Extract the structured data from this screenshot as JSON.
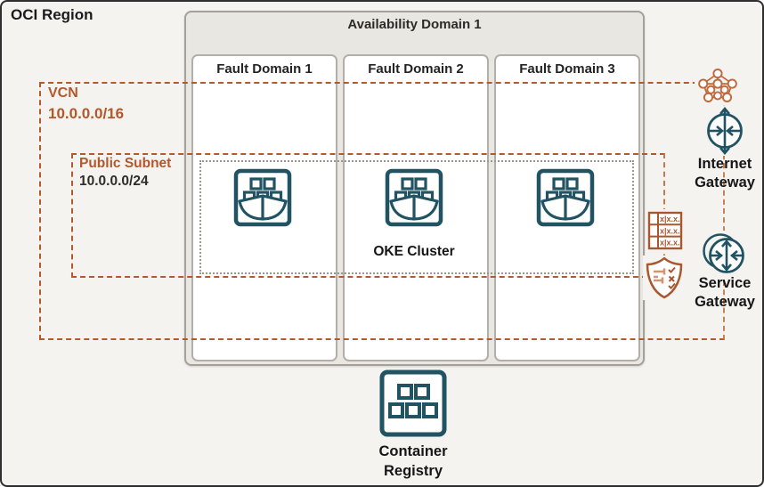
{
  "region": {
    "label": "OCI Region"
  },
  "availability_domain": {
    "title": "Availability Domain 1",
    "fault_domains": [
      "Fault Domain 1",
      "Fault Domain 2",
      "Fault Domain 3"
    ]
  },
  "vcn": {
    "label": "VCN",
    "cidr": "10.0.0.0/16"
  },
  "public_subnet": {
    "label": "Public Subnet",
    "cidr": "10.0.0.0/24"
  },
  "oke": {
    "cluster_label": "OKE Cluster",
    "node_icon": "oke-node-ship-icon",
    "node_count": 3
  },
  "gateways": {
    "internet": {
      "label": "Internet Gateway",
      "icon": "internet-gateway-icon"
    },
    "service": {
      "label": "Service Gateway",
      "icon": "service-gateway-icon"
    },
    "internet_mesh_icon": "internet-mesh-icon"
  },
  "subnet_attachments": {
    "route_table_icon": "route-table-icon",
    "route_table_rows": [
      "x|x.x.",
      "x|x.x.",
      "x|x.x."
    ],
    "security_list_icon": "security-list-icon"
  },
  "registry": {
    "label": "Container Registry"
  },
  "colors": {
    "background": "#f4f3ef",
    "ad_background": "#e9e7e2",
    "dashed_orange": "#b4582e",
    "connector_tan": "#c98257",
    "icon_teal": "#215362",
    "icon_orange": "#b4663a",
    "text_dark": "#1b1b1b"
  }
}
